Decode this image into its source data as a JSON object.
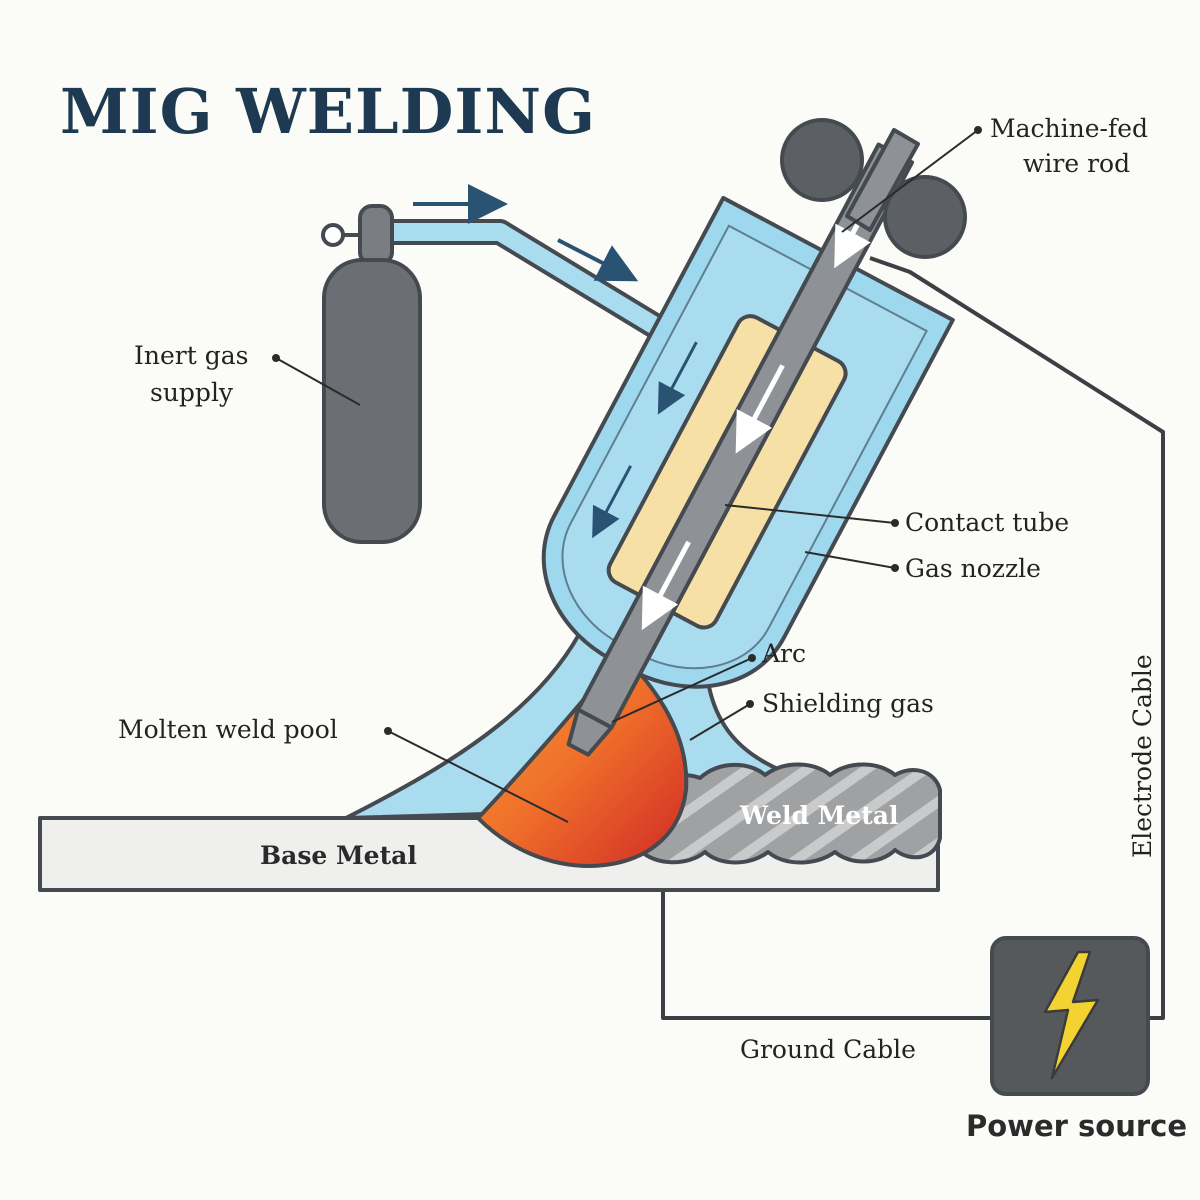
{
  "title": "MIG WELDING",
  "labels": {
    "wire_rod_line1": "Machine-fed",
    "wire_rod_line2": "wire rod",
    "gas_supply_line1": "Inert gas",
    "gas_supply_line2": "supply",
    "contact_tube": "Contact tube",
    "gas_nozzle": "Gas nozzle",
    "arc": "Arc",
    "shielding_gas": "Shielding gas",
    "molten_weld_pool": "Molten weld pool",
    "weld_metal": "Weld Metal",
    "base_metal": "Base Metal",
    "electrode_cable": "Electrode Cable",
    "ground_cable": "Ground Cable",
    "power_source": "Power source"
  },
  "icons": {
    "power": "lightning-bolt-icon",
    "flow": "arrow-icon"
  },
  "colors": {
    "title": "#1d3a52",
    "shielding_gas": "#a9dcef",
    "nozzle_gas": "#9ed8ee",
    "contact_tube": "#f6e0a6",
    "wire": "#8e9296",
    "cylinder": "#6b6e72",
    "roller": "#5c5f63",
    "arc_orange": "#f38a2c",
    "arc_red": "#d8352a",
    "weld_metal": "#9a9c9e",
    "base_metal": "#efefed",
    "power_box": "#56595c",
    "bolt": "#f2d331",
    "flow_arrow": "#2a5373"
  }
}
